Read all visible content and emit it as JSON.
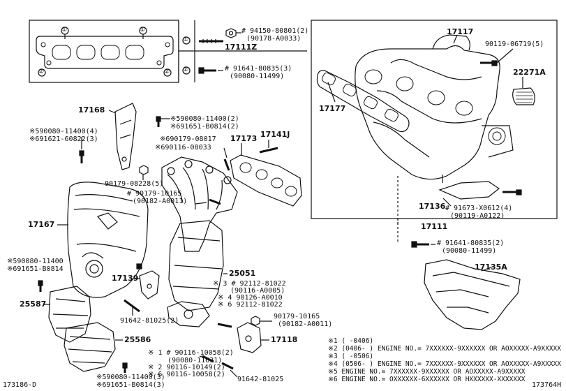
{
  "diagram_ids": {
    "left": "173186-D",
    "right": "173764H"
  },
  "callouts": {
    "c1": "① ",
    "c2": "②"
  },
  "parts": {
    "p17111Z": "17111Z",
    "p17168": "17168",
    "p17141J": "17141J",
    "p17173": "17173",
    "p17167": "17167",
    "p25051": "25051",
    "p17139": "17139",
    "p25587": "25587",
    "p25586": "25586",
    "p17118": "17118",
    "p17117": "17117",
    "p22271A": "22271A",
    "p17177": "17177",
    "p17136": "17136",
    "p17111": "17111",
    "p17135A": "17135A"
  },
  "fasteners": {
    "f1a": "# 94150-80801(2)",
    "f1b": "(90178-A0033)",
    "f2a": "# 91641-80835(3)",
    "f2b": "(90080-11499)",
    "f3a": "※590080-11400(2)",
    "f3b": "※691651-B0814(2)",
    "f4a": "※590080-11400(4)",
    "f4b": "※691621-60822(3)",
    "f5": "※690179-08017",
    "f6": "※690116-08033",
    "f7": "90179-08228(5)",
    "f8a": "# 90179-10165",
    "f8b": "(90182-A0011)",
    "f9a": "※590080-11400",
    "f9b": "※691651-B0814",
    "f10": "91642-81025(2)",
    "f11a": "※ 3 # 92112-81022",
    "f11b": "(90116-A0005)",
    "f11c": "※ 4 90126-A0010",
    "f11d": "※ 6 92112-81022",
    "f12a": "90179-10165",
    "f12b": "(90182-A0011)",
    "f13a": "※ 1 # 90116-10058(2)",
    "f13b": "(90080-11631)",
    "f13c": "※ 2 90116-10149(2)",
    "f13d": "※ 6 90116-10058(2)",
    "f14": "91642-81025",
    "f15a": "※590080-11400(3)",
    "f15b": "※691651-B0814(3)",
    "f16": "90119-06719(5)",
    "f17a": "# 91673-X0612(4)",
    "f17b": "(90119-A0122)",
    "f18a": "# 91641-80835(2)",
    "f18b": "(90080-11499)"
  },
  "footnotes": [
    "※1 (      -0406)",
    "※2 (0406-      ) ENGINE NO.= 7XXXXXX-9XXXXXX OR AOXXXXX-A9XXXXX",
    "※3 (      -0506)",
    "※4 (0506-      ) ENGINE NO.= 7XXXXXX-9XXXXXX OR AOXXXXX-A9XXXXX",
    "※5 ENGINE NO.= 7XXXXXX-9XXXXXX OR AOXXXXX-A9XXXXX",
    "※6 ENGINE NO.= OXXXXXX-6XXXXXX OR HXXXXXX-XXXXXXX"
  ]
}
